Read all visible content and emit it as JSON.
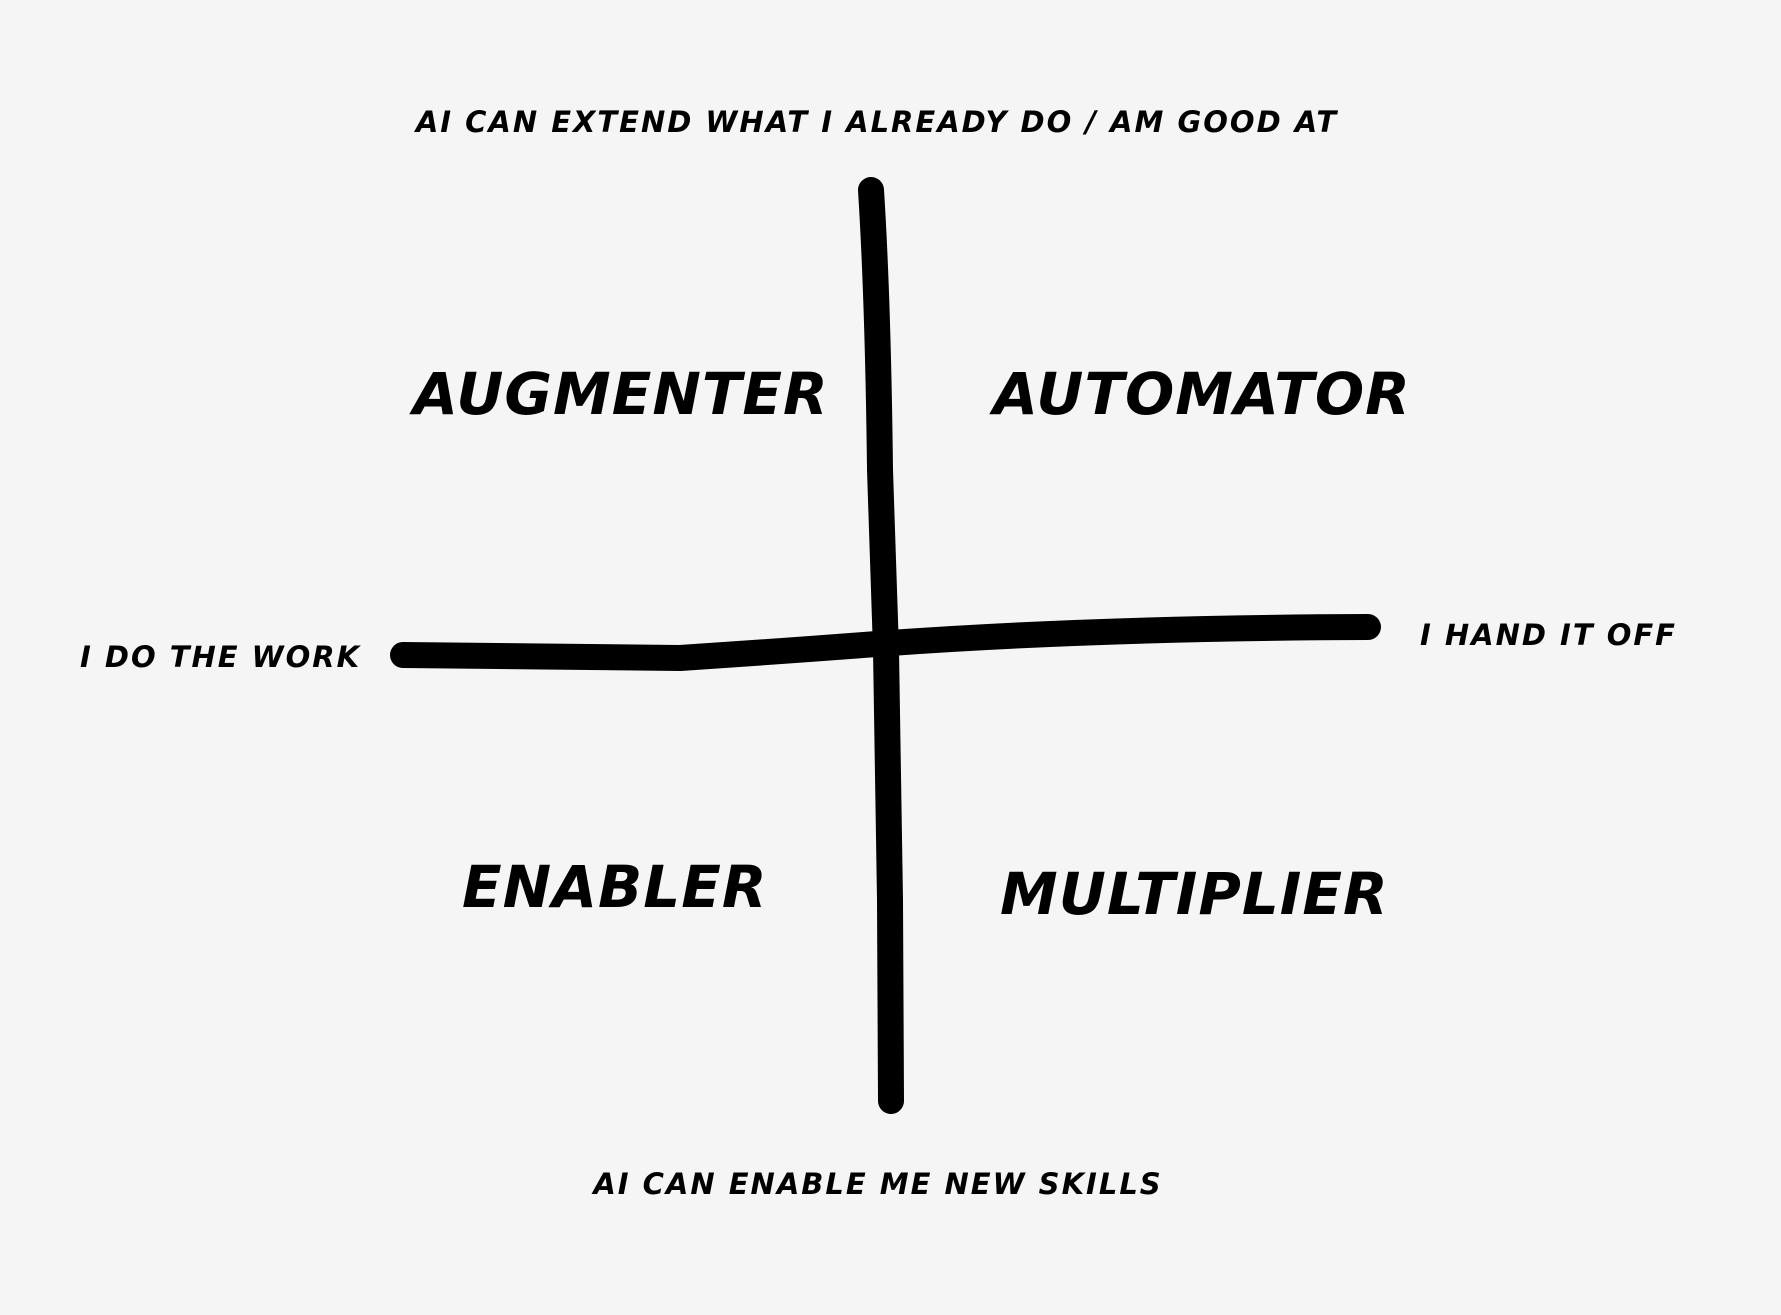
{
  "axes": {
    "top_label": "AI CAN EXTEND WHAT I ALREADY DO / AM GOOD AT",
    "bottom_label": "AI CAN ENABLE ME NEW SKILLS",
    "left_label": "I DO THE WORK",
    "right_label": "I HAND IT OFF"
  },
  "quadrants": {
    "top_left": "AUGMENTER",
    "top_right": "AUTOMATOR",
    "bottom_left": "ENABLER",
    "bottom_right": "MULTIPLIER"
  },
  "colors": {
    "background": "#f5f5f5",
    "ink": "#000000"
  }
}
